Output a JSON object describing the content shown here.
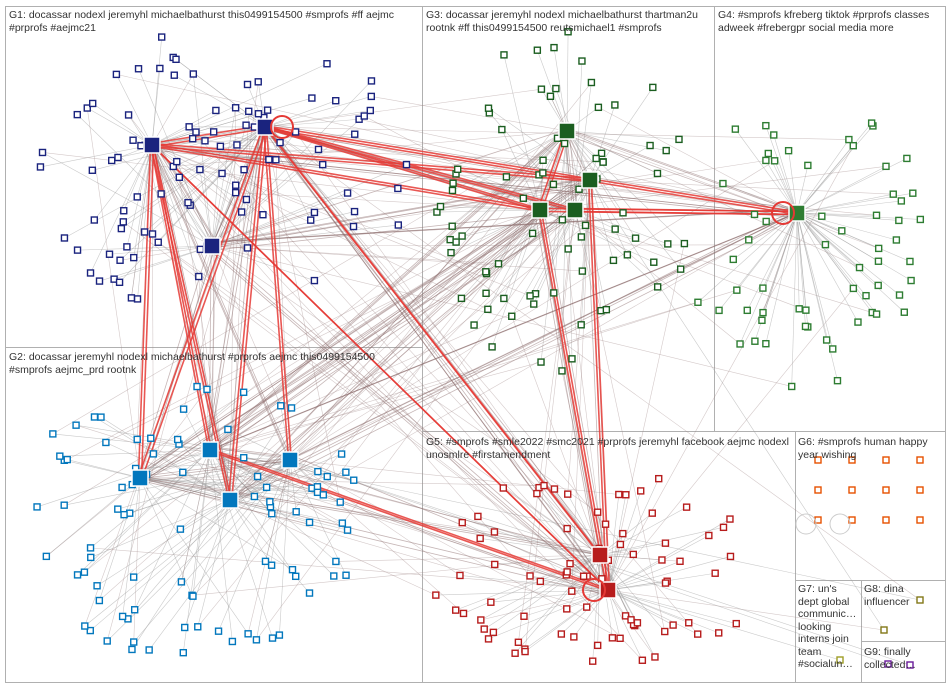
{
  "groups": [
    {
      "id": "G1",
      "label": "G1: docassar nodexl jeremyhl michaelbathurst this0499154500 #smprofs #ff aejmc #prprofs #aejmc21",
      "color": "#1a237e"
    },
    {
      "id": "G2",
      "label": "G2: docassar jeremyhl nodexl michaelbathurst #prprofs aejmc this0499154500 #smprofs aejmc_prd rootnk",
      "color": "#0277bd"
    },
    {
      "id": "G3",
      "label": "G3: docassar jeremyhl nodexl michaelbathurst thartman2u rootnk #ff this0499154500 reutsmichael1 #smprofs",
      "color": "#1b5e20"
    },
    {
      "id": "G4",
      "label": "G4: #smprofs kfreberg tiktok #prprofs classes adweek #frebergpr social media more",
      "color": "#2e7d32"
    },
    {
      "id": "G5",
      "label": "G5: #smprofs #smle2022 #smc2021 #prprofs jeremyhl facebook aejmc nodexl unosmlre #firstamendment",
      "color": "#b71c1c"
    },
    {
      "id": "G6",
      "label": "G6: #smprofs human happy year wishing",
      "color": "#e65100"
    },
    {
      "id": "G7",
      "label": "G7: un's dept global communic… looking interns join team #socialun…",
      "color": "#9e9d24"
    },
    {
      "id": "G8",
      "label": "G8: dina influencer",
      "color": "#827717"
    },
    {
      "id": "G9",
      "label": "G9: finally collected…",
      "color": "#6a1b9a"
    }
  ]
}
